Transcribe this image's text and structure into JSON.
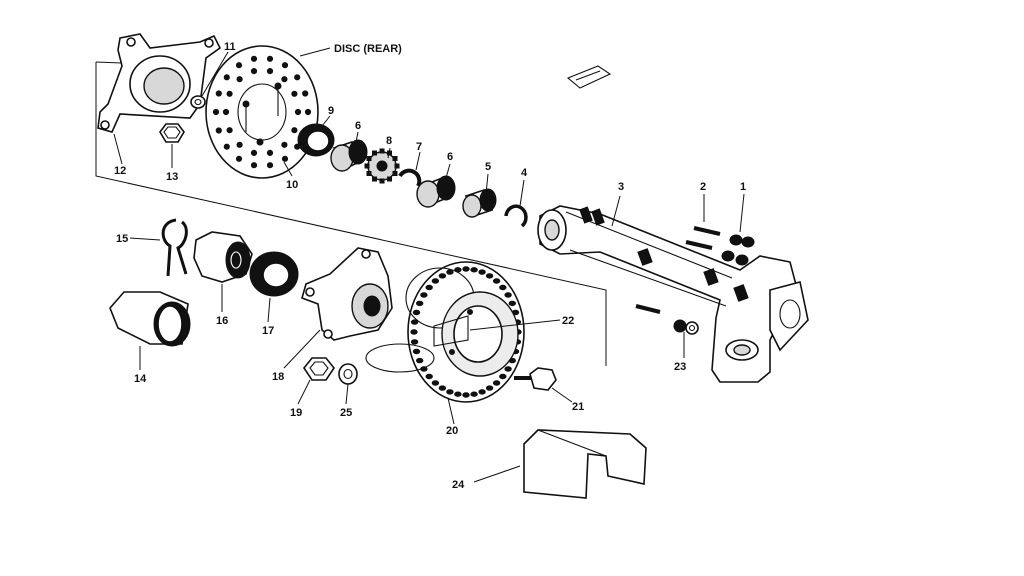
{
  "diagram": {
    "colors": {
      "ink": "#111111",
      "paper": "#ffffff",
      "shade": "#d8d8d8"
    },
    "callouts": {
      "p1": "1",
      "p2": "2",
      "p3": "3",
      "p4": "4",
      "p5": "5",
      "p6a": "6",
      "p6b": "6",
      "p7": "7",
      "p8": "8",
      "p9": "9",
      "p10": "10",
      "p11": "11",
      "p12": "12",
      "p13": "13",
      "p14": "14",
      "p15": "15",
      "p16": "16",
      "p17": "17",
      "p18": "18",
      "p19": "19",
      "p20": "20",
      "p21": "21",
      "p22": "22",
      "p23": "23",
      "p24": "24",
      "p25": "25",
      "disc": "DISC (REAR)"
    }
  }
}
